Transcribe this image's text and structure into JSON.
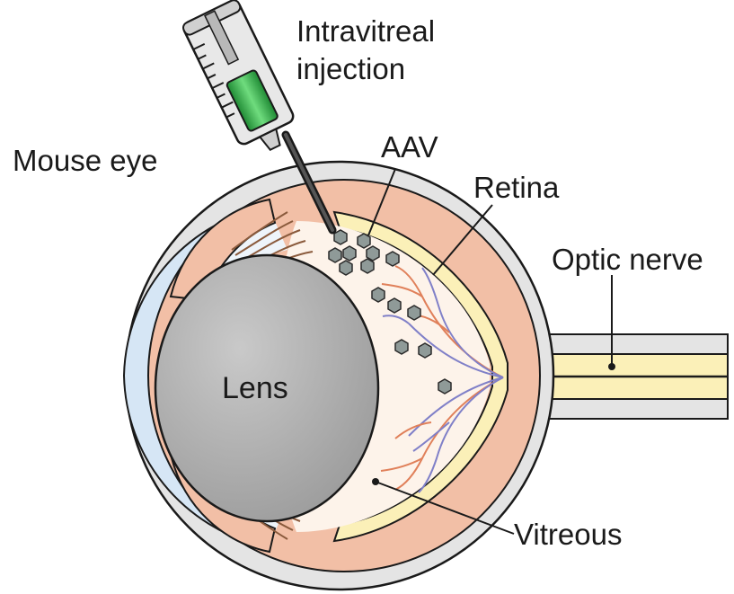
{
  "labels": {
    "injection_line1": "Intravitreal",
    "injection_line2": "injection",
    "mouse_eye": "Mouse eye",
    "aav": "AAV",
    "retina": "Retina",
    "optic_nerve": "Optic nerve",
    "lens": "Lens",
    "vitreous": "Vitreous"
  },
  "colors": {
    "sclera_fill": "#e4e4e4",
    "outline": "#1a1a1a",
    "cornea_fill": "#d6e6f5",
    "choroid_fill": "#f2bfa6",
    "retina_fill": "#fbf0b8",
    "lens_fill": "#a9a9a9",
    "vitreous_fill": "#fdf3ea",
    "ciliary_fibers": "#8a5a3c",
    "vessel_red": "#e0805a",
    "vessel_blue": "#8080c8",
    "syringe_body": "#e8e8e8",
    "syringe_fluid": "#34b34a",
    "aav_particle": "#8f9a98"
  }
}
